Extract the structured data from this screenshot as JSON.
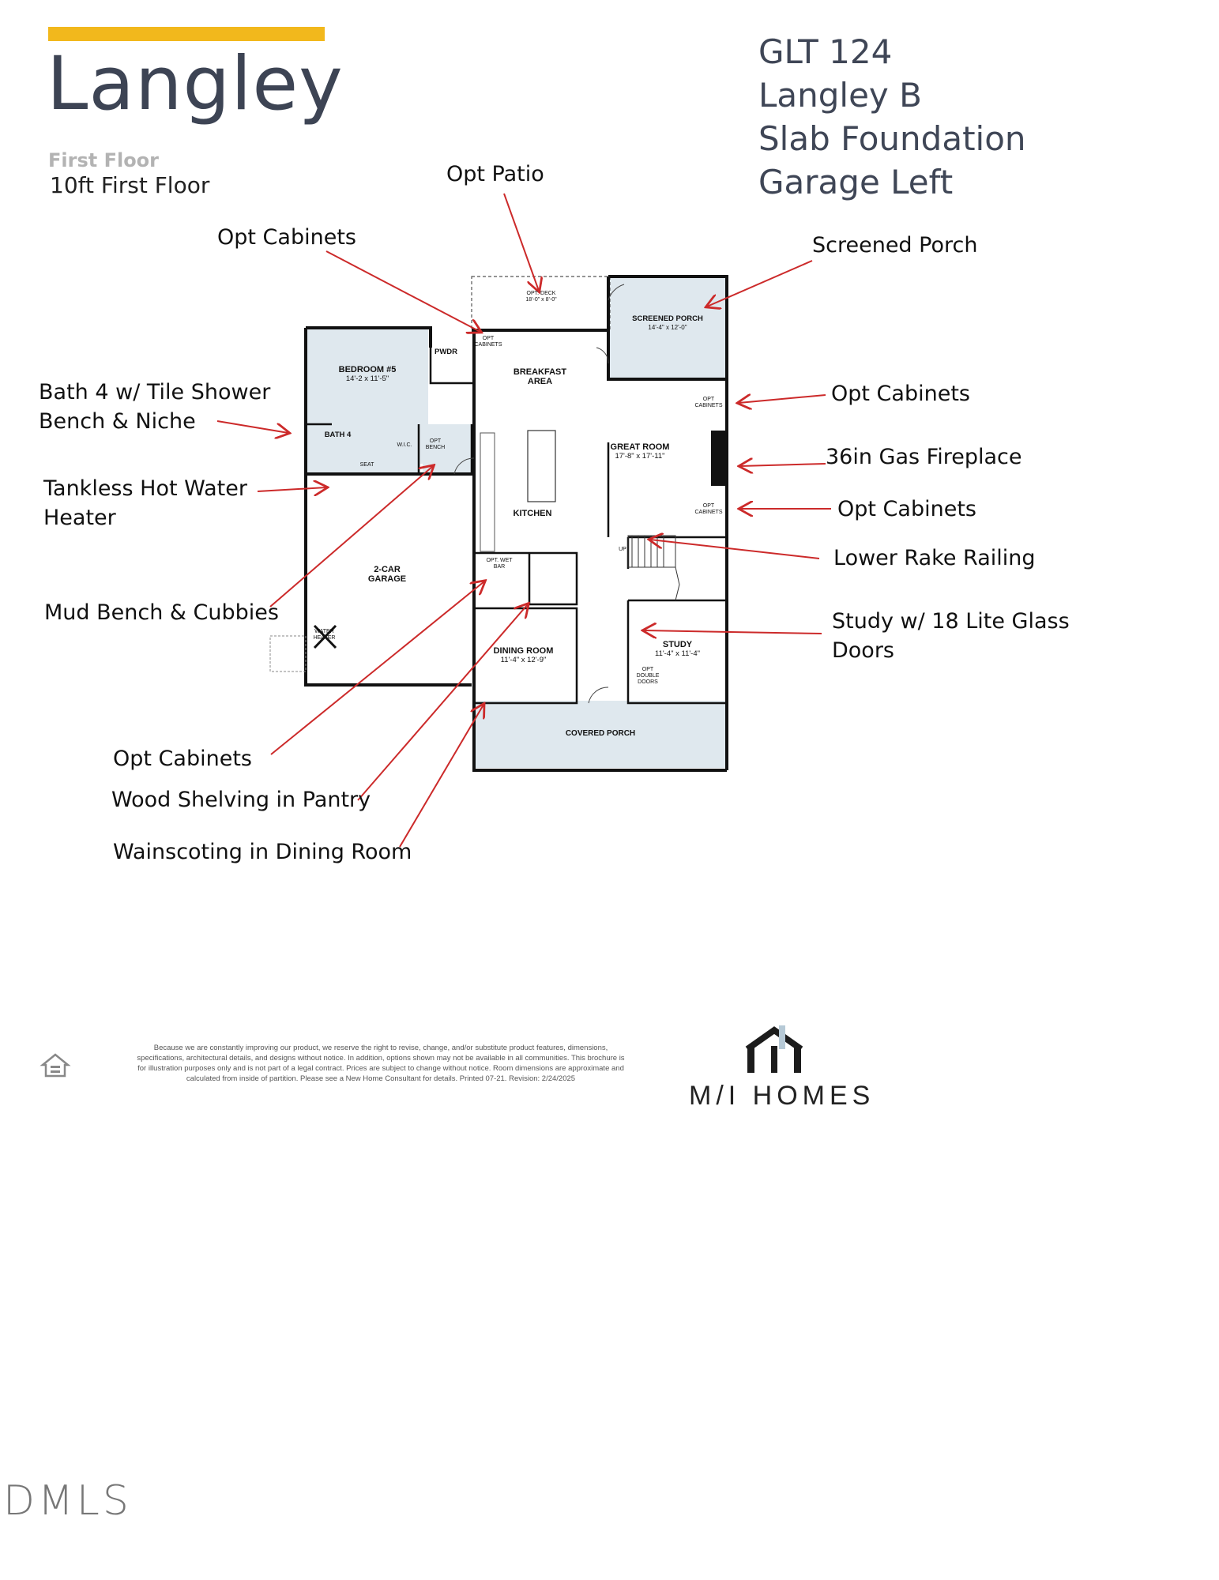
{
  "header": {
    "title": "Langley",
    "floor_label": "First Floor",
    "floor_option": "10ft First Floor"
  },
  "info": {
    "line1": "GLT 124",
    "line2": "Langley B",
    "line3": "Slab Foundation",
    "line4": "Garage Left"
  },
  "callouts": {
    "opt_patio": "Opt Patio",
    "opt_cabinets_top": "Opt Cabinets",
    "screened_porch": "Screened Porch",
    "bath4": "Bath 4 w/ Tile Shower",
    "bath4_line2": "Bench & Niche",
    "opt_cabinets_right1": "Opt Cabinets",
    "gas_fireplace": "36in Gas Fireplace",
    "tankless": "Tankless Hot Water",
    "tankless_line2": "Heater",
    "opt_cabinets_right2": "Opt Cabinets",
    "lower_rake": "Lower Rake Railing",
    "mud_bench": "Mud Bench & Cubbies",
    "study_doors": "Study w/ 18 Lite Glass",
    "study_doors_line2": "Doors",
    "opt_cabinets_bottom": "Opt Cabinets",
    "wood_shelving": "Wood Shelving in Pantry",
    "wainscoting": "Wainscoting in Dining Room"
  },
  "rooms": {
    "opt_deck": "OPT. DECK",
    "opt_deck_dim": "18'-0\" x 8'-0\"",
    "screened_porch": "SCREENED PORCH",
    "screened_porch_dim": "14'-4\" x 12'-0\"",
    "bedroom5": "BEDROOM #5",
    "bedroom5_dim": "14'-2 x 11'-5\"",
    "pwdr": "PWDR",
    "breakfast": "BREAKFAST AREA",
    "great_room": "GREAT ROOM",
    "great_room_dim": "17'-8\" x 17'-11\"",
    "bath4": "BATH 4",
    "wic": "W.I.C.",
    "seat": "SEAT",
    "opt_bench": "OPT BENCH",
    "opt_cabinets": "OPT CABINETS",
    "kitchen": "KITCHEN",
    "garage": "2-CAR GARAGE",
    "opt_wet_bar": "OPT. WET BAR",
    "up": "UP",
    "study": "STUDY",
    "study_dim": "11'-4\" x 11'-4\"",
    "opt_double_doors": "OPT DOUBLE DOORS",
    "dining": "DINING ROOM",
    "dining_dim": "11'-4\" x 12'-9\"",
    "covered_porch": "COVERED PORCH",
    "water_heater": "WATER HEATER"
  },
  "footer": {
    "disclaimer": "Because we are constantly improving our product, we reserve the right to revise, change, and/or substitute product features, dimensions, specifications, architectural details, and designs without notice. In addition, options shown may not be available in all communities. This brochure is for illustration purposes only and is not part of a legal contract. Prices are subject to change without notice. Room dimensions are approximate and calculated from inside of partition. Please see a New Home Consultant for details. Printed 07-21. Revision: 2/24/2025",
    "logo_text": "M/I HOMES",
    "watermark": "DMLS"
  },
  "colors": {
    "accent": "#f2b81c",
    "title": "#3d4454",
    "arrow": "#cc2a2a",
    "room_fill": "#dfe8ee"
  }
}
